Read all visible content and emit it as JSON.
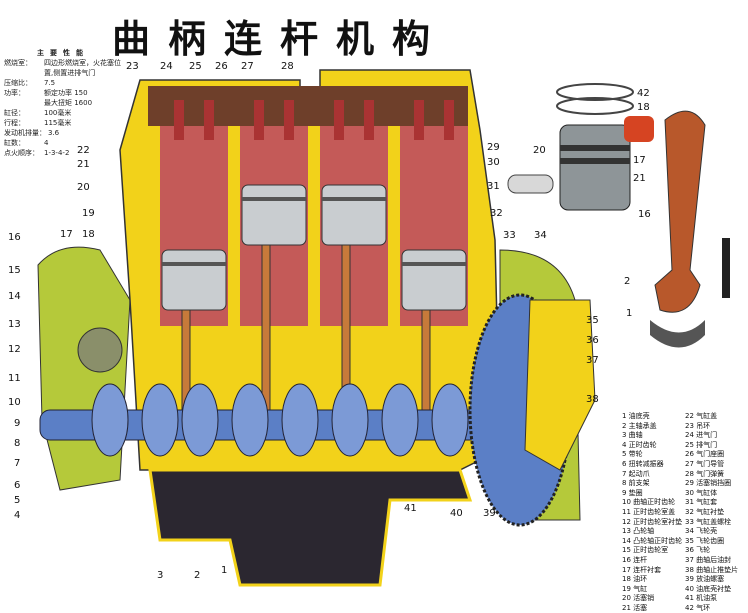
{
  "title": "曲柄连杆机构",
  "specs": {
    "heading": "主要性能",
    "rows": [
      {
        "k": "燃烧室：",
        "v": "四边形燃烧室，火花塞位"
      },
      {
        "k": "",
        "v": "置,侧置进排气门"
      },
      {
        "k": "压缩比：",
        "v": "7.5"
      },
      {
        "k": "功率：",
        "v": "额定功率  150"
      },
      {
        "k": "",
        "v": "最大扭矩  1600"
      },
      {
        "k": "缸径：",
        "v": "100毫米"
      },
      {
        "k": "行程：",
        "v": "115毫米"
      },
      {
        "k": "发动机排量：",
        "v": "3.6"
      },
      {
        "k": "缸数：",
        "v": "4"
      },
      {
        "k": "点火顺序：",
        "v": "1-3-4-2"
      }
    ]
  },
  "callouts": {
    "top": [
      "23",
      "24",
      "25",
      "26",
      "27",
      "28"
    ],
    "left": [
      "22",
      "21",
      "20",
      "19",
      "18",
      "17",
      "16",
      "15",
      "14",
      "13",
      "12",
      "11",
      "10",
      "9",
      "8",
      "7",
      "6",
      "5",
      "4"
    ],
    "bottom": [
      "3",
      "2",
      "1",
      "41",
      "40",
      "39"
    ],
    "right": [
      "29",
      "30",
      "20",
      "31",
      "32",
      "33",
      "34",
      "35",
      "36",
      "37",
      "38"
    ],
    "parts": [
      "42",
      "18",
      "17",
      "21",
      "16",
      "2",
      "1"
    ]
  },
  "legend": {
    "left": [
      "1 油底壳",
      "2 主轴承盖",
      "3 曲轴",
      "4 正时齿轮",
      "5 带轮",
      "6 扭转减振器",
      "7 起动爪",
      "8 前支架",
      "9 垫圈",
      "10 曲轴正时齿轮",
      "11 正时齿轮室盖",
      "12 正时齿轮室衬垫",
      "13 凸轮轴",
      "14 凸轮轴正时齿轮",
      "15 正时齿轮室",
      "16 连杆",
      "17 连杆衬套",
      "18 油环",
      "19 气缸",
      "20 活塞销",
      "21 活塞"
    ],
    "right": [
      "22 气缸盖",
      "23 吊环",
      "24 进气门",
      "25 排气门",
      "26 气门座圈",
      "27 气门导管",
      "28 气门弹簧",
      "29 活塞销挡圈",
      "30 气缸体",
      "31 气缸套",
      "32 气缸衬垫",
      "33 气缸盖螺栓",
      "34 飞轮壳",
      "35 飞轮齿圈",
      "36 飞轮",
      "37 曲轴后油封",
      "38 曲轴止推垫片",
      "39 放油螺塞",
      "40 油底壳衬垫",
      "41 机油泵",
      "42 气环"
    ]
  },
  "colors": {
    "block": "#f2d21a",
    "cylinder": "#c45a58",
    "crank": "#5b7fc6",
    "cover": "#b5c93a",
    "pan": "#2b2730",
    "rod": "#c77a3a"
  }
}
